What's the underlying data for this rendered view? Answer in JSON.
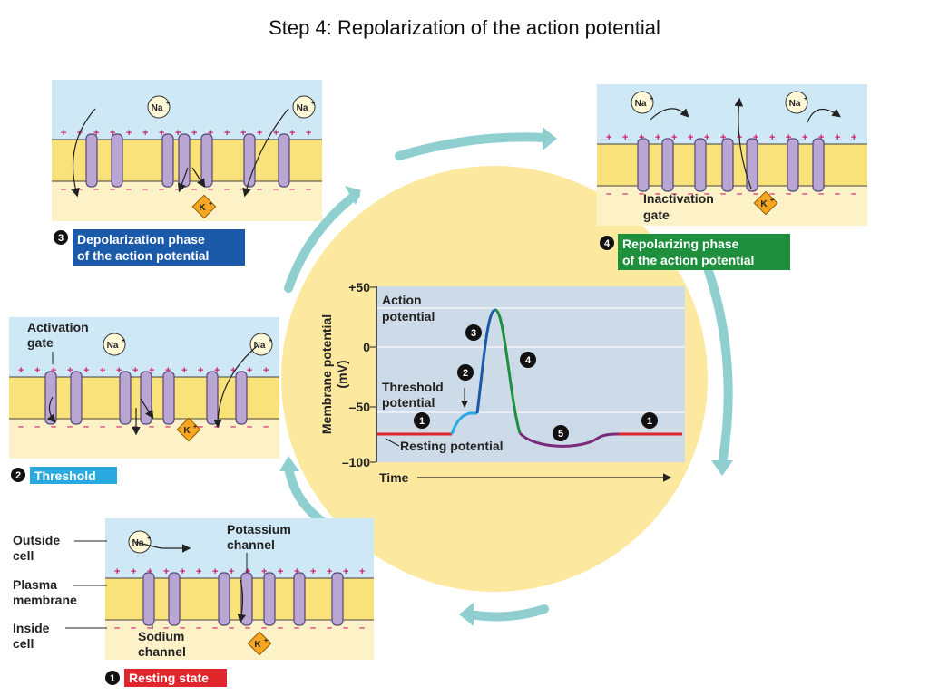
{
  "title": "Step 4: Repolarization of the action potential",
  "stages": {
    "resting": {
      "number": "1",
      "label": "Resting state",
      "color": "#e0252c"
    },
    "threshold": {
      "number": "2",
      "label": "Threshold",
      "color": "#29a9e0"
    },
    "depolarization": {
      "number": "3",
      "label_line1": "Depolarization phase",
      "label_line2": "of the action potential",
      "color": "#1a5aa8"
    },
    "repolarizing": {
      "number": "4",
      "label_line1": "Repolarizing phase",
      "label_line2": "of the action potential",
      "color": "#1e8f3c"
    },
    "hyperpolarization": {
      "number": "5"
    }
  },
  "membrane_labels": {
    "outside_line1": "Outside",
    "outside_line2": "cell",
    "plasma_line1": "Plasma",
    "plasma_line2": "membrane",
    "inside_line1": "Inside",
    "inside_line2": "cell",
    "potassium_line1": "Potassium",
    "potassium_line2": "channel",
    "sodium_line1": "Sodium",
    "sodium_line2": "channel",
    "activation_line1": "Activation",
    "activation_line2": "gate",
    "inactivation_line1": "Inactivation",
    "inactivation_line2": "gate"
  },
  "ions": {
    "sodium": "Na",
    "potassium": "K",
    "charge": "+"
  },
  "charges": {
    "positive": "+",
    "negative": "–"
  },
  "graph": {
    "ylabel_line1": "Membrane potential",
    "ylabel_line2": "(mV)",
    "xlabel": "Time",
    "ticks": [
      "+50",
      "0",
      "–50",
      "–100"
    ],
    "action_line1": "Action",
    "action_line2": "potential",
    "threshold_line1": "Threshold",
    "threshold_line2": "potential",
    "resting": "Resting potential"
  },
  "colors": {
    "membrane": "#f9e27a",
    "outside": "#cfe8f5",
    "inside": "#fdf1c8",
    "protein": "#b9a6d3",
    "protein_stroke": "#55477a",
    "cycle_arrow": "#8fcfcf",
    "circle": "#fde8a0",
    "graph_bg": "#ccdbe7",
    "resting_trace": "#e0252c",
    "threshold_trace": "#29a9e0",
    "depol_trace": "#1a5aa8",
    "repol_trace": "#1e8f3c",
    "hyper_trace": "#7a2a78",
    "k_ion": "#f6a623"
  }
}
